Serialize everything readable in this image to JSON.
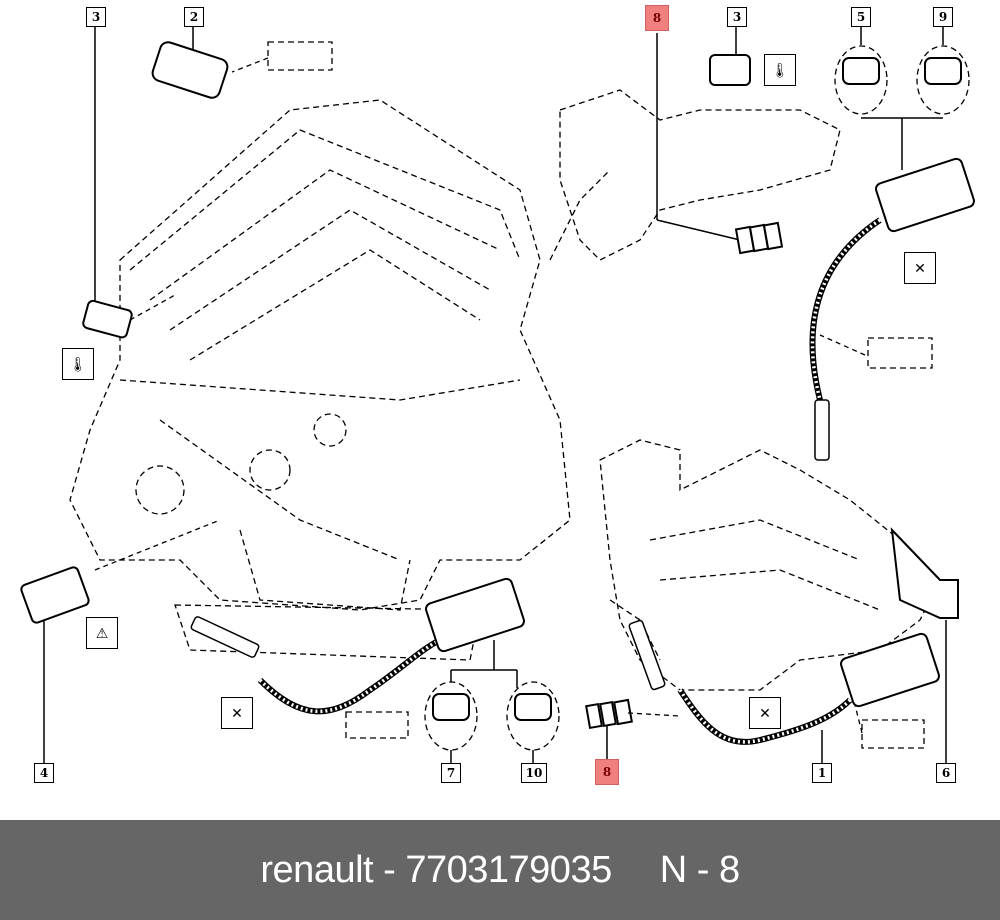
{
  "diagram": {
    "title": "Renault engine sensors exploded parts diagram",
    "highlight_color": "#f08080",
    "callouts": [
      {
        "id": "callout-3-left",
        "label": "3",
        "highlighted": false
      },
      {
        "id": "callout-2",
        "label": "2",
        "highlighted": false
      },
      {
        "id": "callout-8-top",
        "label": "8",
        "highlighted": true
      },
      {
        "id": "callout-3-right",
        "label": "3",
        "highlighted": false
      },
      {
        "id": "callout-5",
        "label": "5",
        "highlighted": false
      },
      {
        "id": "callout-9",
        "label": "9",
        "highlighted": false
      },
      {
        "id": "callout-4",
        "label": "4",
        "highlighted": false
      },
      {
        "id": "callout-7",
        "label": "7",
        "highlighted": false
      },
      {
        "id": "callout-10",
        "label": "10",
        "highlighted": false
      },
      {
        "id": "callout-8-bottom",
        "label": "8",
        "highlighted": true
      },
      {
        "id": "callout-1",
        "label": "1",
        "highlighted": false
      },
      {
        "id": "callout-6",
        "label": "6",
        "highlighted": false
      }
    ],
    "symbols": [
      {
        "name": "temperature-sensor-symbol",
        "glyph": "🌡"
      },
      {
        "name": "temperature-sensor-symbol",
        "glyph": "🌡"
      },
      {
        "name": "knock-sensor-symbol",
        "glyph": "⚠"
      },
      {
        "name": "no-lubricant-symbol",
        "glyph": "✕"
      },
      {
        "name": "no-lubricant-symbol",
        "glyph": "✕"
      },
      {
        "name": "no-lubricant-symbol",
        "glyph": "✕"
      }
    ]
  },
  "footer": {
    "brand": "renault",
    "separator": "-",
    "part_number": "7703179035",
    "position_label": "N",
    "position_value": "8",
    "background_color": "#666666",
    "text_color": "#ffffff"
  }
}
